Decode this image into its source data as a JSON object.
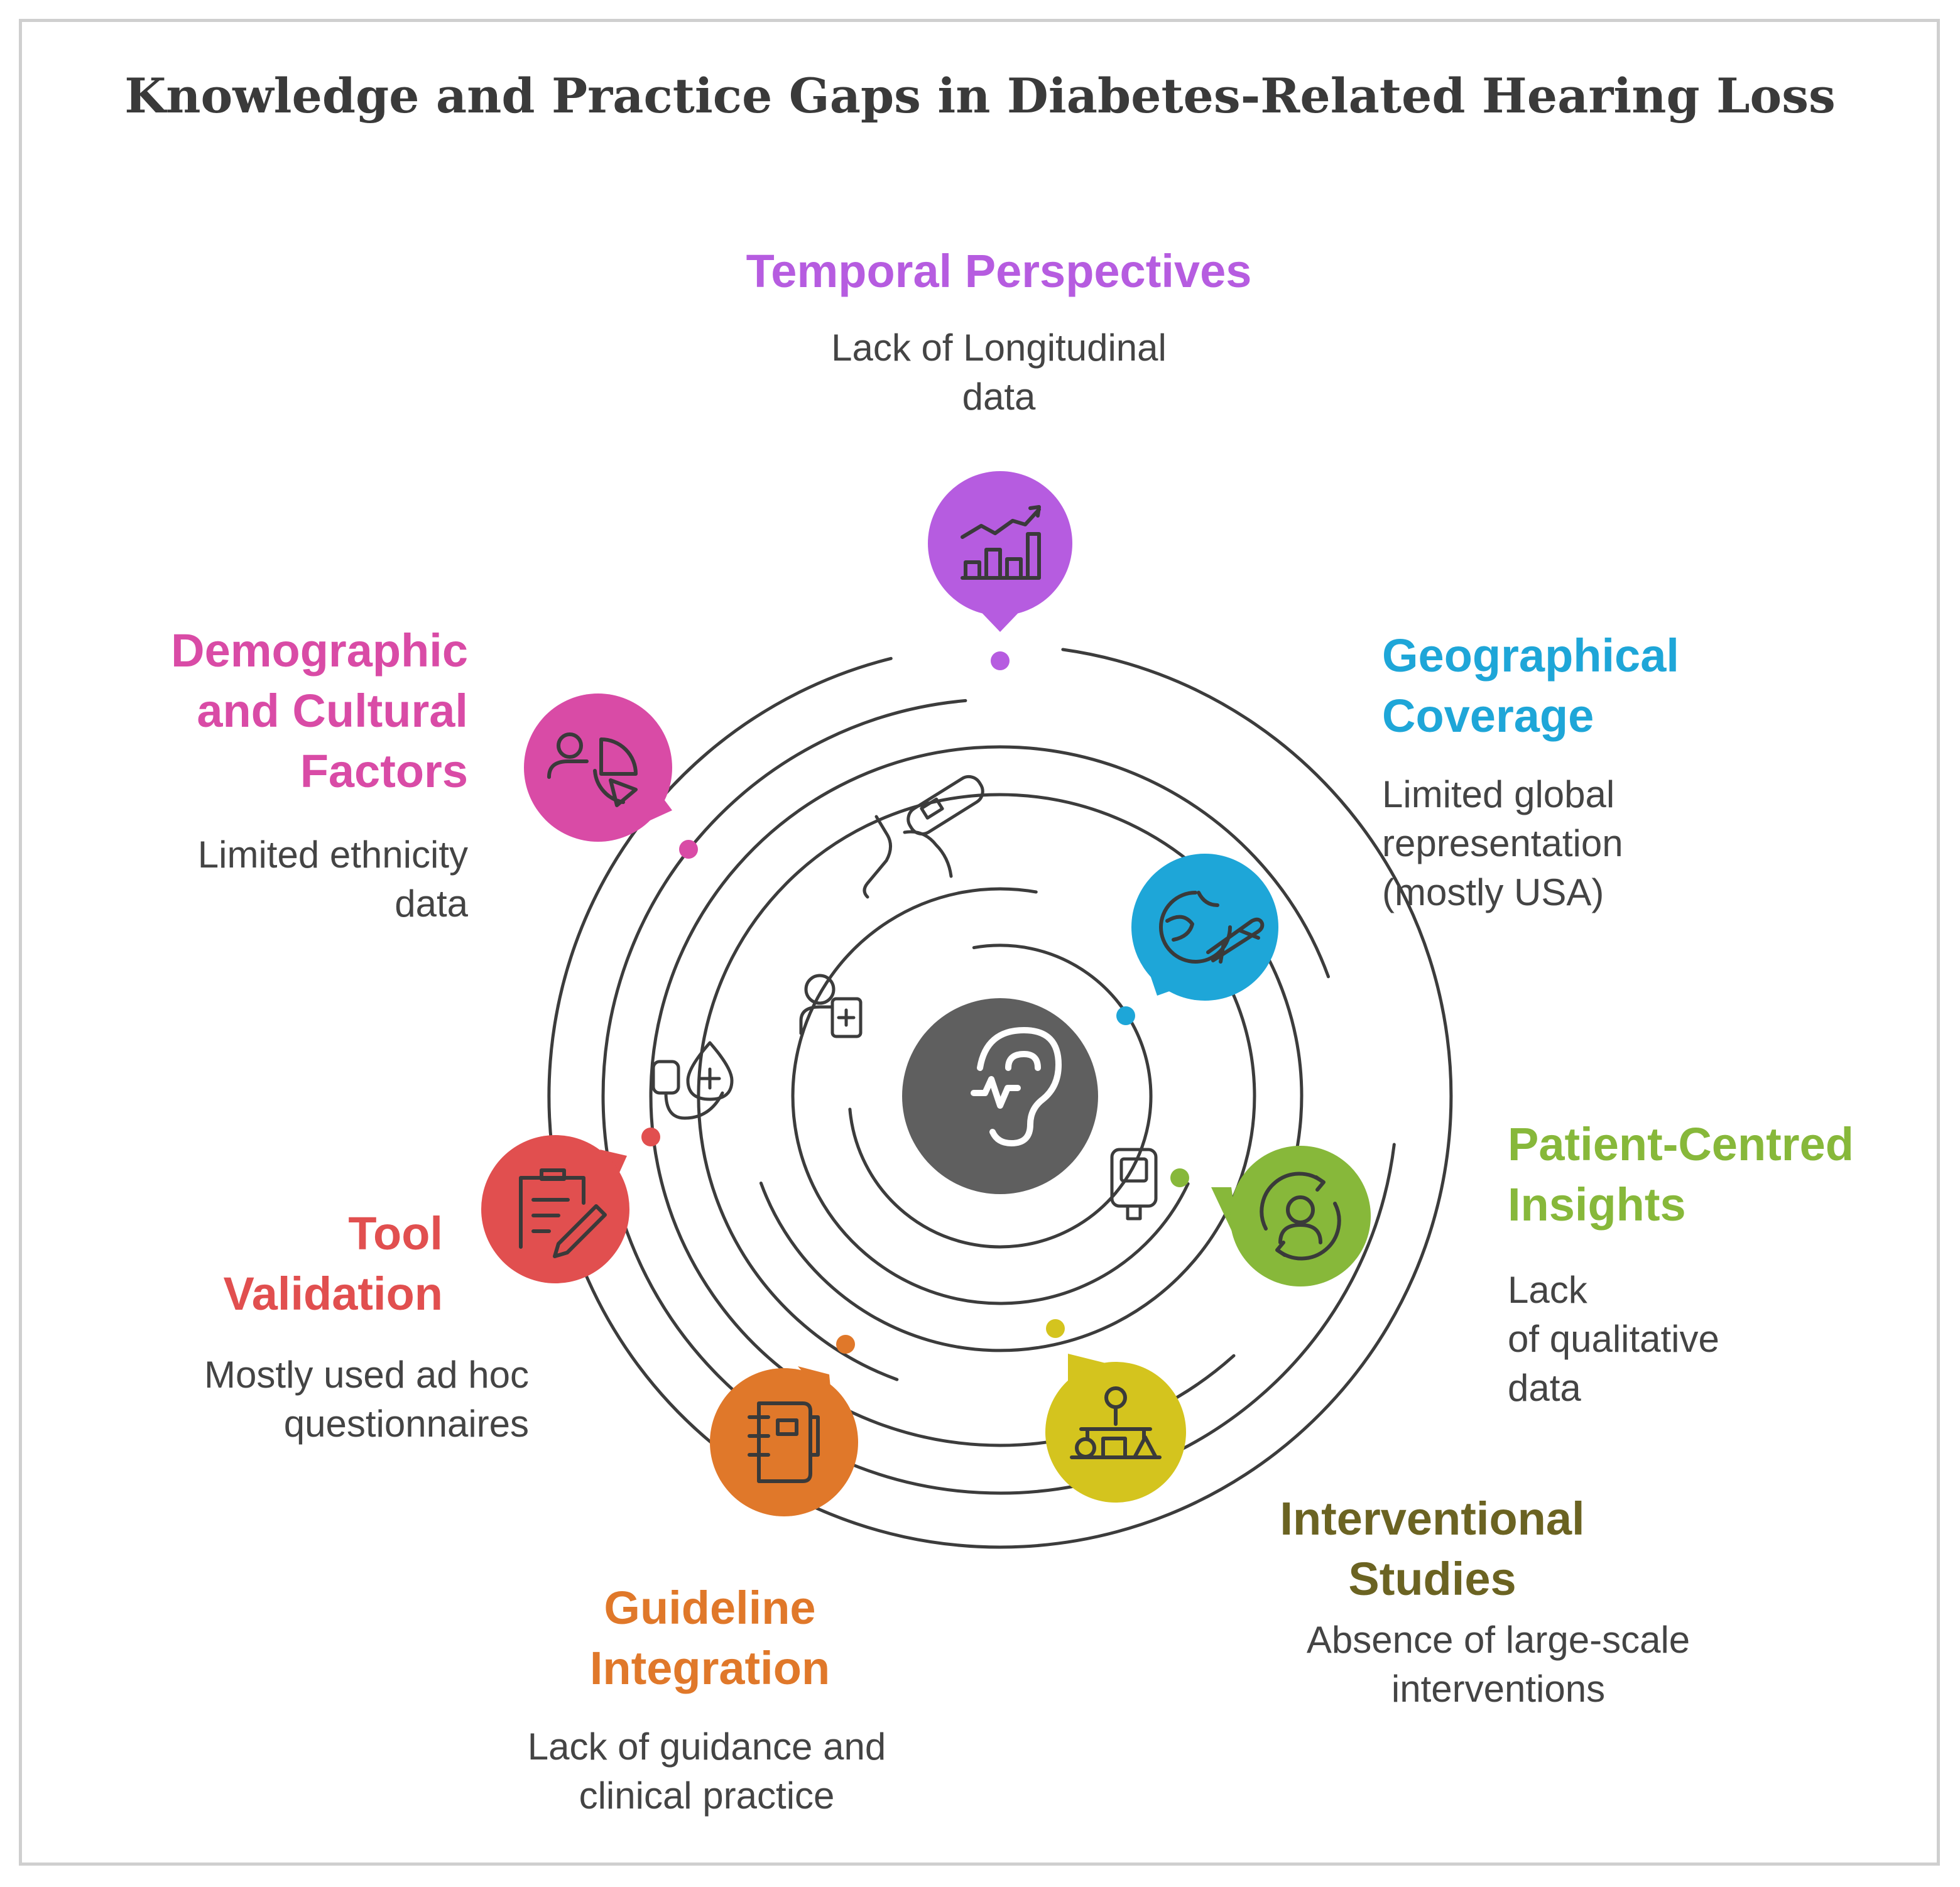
{
  "title": "Knowledge and Practice Gaps in Diabetes-Related Hearing Loss",
  "colors": {
    "temporal": "#b65ce0",
    "geographical": "#1ea6d8",
    "patient": "#87b83a",
    "interventional": "#d4c41e",
    "interventional_heading": "#6b6322",
    "guideline": "#e0782a",
    "tool": "#e14f4f",
    "demographic": "#d94ba6",
    "core": "#5f5f5f",
    "rings": "#3c3c3c"
  },
  "center": {
    "icon": "ear-sound-icon"
  },
  "items": {
    "temporal": {
      "heading": "Temporal Perspectives",
      "desc": [
        "Lack of Longitudinal",
        "data"
      ],
      "icon": "growth-chart-icon"
    },
    "geographical": {
      "heading": [
        "Geographical",
        "Coverage"
      ],
      "desc": [
        "Limited global",
        "representation",
        "(mostly USA)"
      ],
      "icon": "globe-airplane-icon"
    },
    "patient": {
      "heading": [
        "Patient-Centred",
        "Insights"
      ],
      "desc": [
        "Lack",
        "of qualitative",
        "data"
      ],
      "icon": "person-cycle-icon"
    },
    "interventional": {
      "heading": [
        "Interventional",
        "Studies"
      ],
      "desc": [
        "Absence of large-scale",
        "interventions"
      ],
      "icon": "idea-shapes-icon"
    },
    "guideline": {
      "heading": [
        "Guideline",
        "Integration"
      ],
      "desc": [
        "Lack of guidance and",
        "clinical practice"
      ],
      "icon": "notebook-icon"
    },
    "tool": {
      "heading": [
        "Tool",
        "Validation"
      ],
      "desc": [
        "Mostly used ad hoc",
        "questionnaires"
      ],
      "icon": "clipboard-pencil-icon"
    },
    "demographic": {
      "heading": [
        "Demographic",
        "and Cultural",
        "Factors"
      ],
      "desc": [
        "Limited ethnicity",
        "data"
      ],
      "icon": "person-pie-icon"
    }
  },
  "ring_icons": [
    "glucose-finger-test-icon",
    "doctor-clipboard-icon",
    "blood-drop-stethoscope-icon",
    "glucose-meter-icon"
  ]
}
